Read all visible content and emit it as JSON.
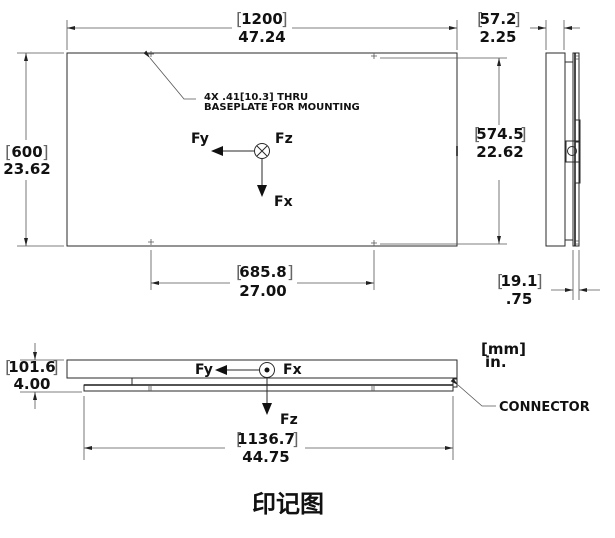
{
  "drawing": {
    "title": "印记图",
    "units_label_primary": "[mm]",
    "units_label_secondary": "in.",
    "connector_label": "CONNECTOR",
    "hole_note_line1": "4X .41[10.3] THRU",
    "hole_note_line2": "BASEPLATE FOR MOUNTING"
  },
  "dimensions": {
    "overall_length": {
      "mm": "1200",
      "in": "47.24"
    },
    "overall_width": {
      "mm": "600",
      "in": "23.62"
    },
    "hole_spacing_y": {
      "mm": "574.5",
      "in": "22.62"
    },
    "hole_spacing_x": {
      "mm": "685.8",
      "in": "27.00"
    },
    "side_depth": {
      "mm": "57.2",
      "in": "2.25"
    },
    "base_thickness": {
      "mm": "19.1",
      "in": ".75"
    },
    "overall_height": {
      "mm": "101.6",
      "in": "4.00"
    },
    "base_length": {
      "mm": "1136.7",
      "in": "44.75"
    }
  },
  "forces": {
    "top_view": {
      "fy": "Fy",
      "fz": "Fz",
      "fx": "Fx"
    },
    "front_view": {
      "fy": "Fy",
      "fx": "Fx",
      "fz": "Fz"
    }
  }
}
